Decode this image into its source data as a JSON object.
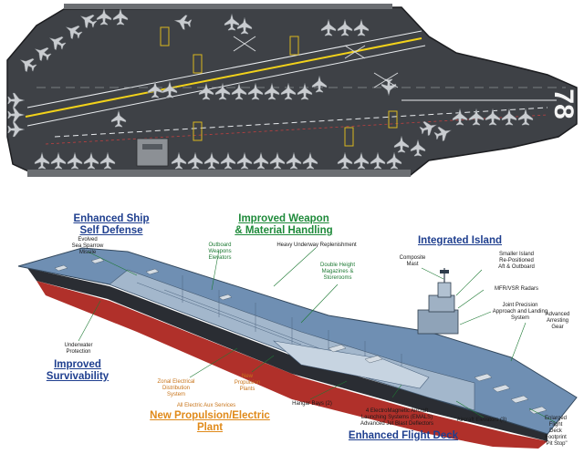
{
  "top_view": {
    "hull_number": "78"
  },
  "diagram": {
    "headers": {
      "self_defense": "Enhanced Ship\nSelf Defense",
      "weapon_handling": "Improved Weapon\n& Material Handling",
      "integrated_island": "Integrated Island",
      "survivability": "Improved\nSurvivability",
      "propulsion": "New Propulsion/Electric\nPlant",
      "flight_deck": "Enhanced Flight Deck"
    },
    "labels": {
      "sea_sparrow": "Evolved\nSea Sparrow\nMissile",
      "outboard_elevators": "Outboard\nWeapons\nElevators",
      "replenishment": "Heavy Underway Replenishment",
      "magazines": "Double Height\nMagazines &\nStorerooms",
      "composite_mast": "Composite\nMast",
      "smaller_island": "Smaller Island\nRe-Positioned\nAft & Outboard",
      "radars": "MFR/VSR Radars",
      "jpals": "Joint Precision\nApproach and Landing\nSystem",
      "arresting_gear": "Advanced\nArresting\nGear",
      "underwater_protection": "Underwater\nProtection",
      "zonal_distribution": "Zonal Electrical\nDistribution\nSystem",
      "propulsion_plants": "New\nPropulsion\nPlants",
      "aux_services": "All Electric Aux Services",
      "hangar_bays": "Hangar Bays (2)",
      "emals": "4 ElectroMagnetic Aircraft\nLaunching Systems (EMALS)\nAdvanced Jet Blast Deflectors",
      "aircraft_elevators": "Aircraft Elevators (3)",
      "pit_stop": "Enlarged\nFlight\nDeck\nFootprint\n\"Pit Stop\""
    }
  },
  "colors": {
    "header_blue": "#1f3f8f",
    "header_green": "#1e8a3a",
    "header_orange": "#e08a1a",
    "deck_dark": "#3e4146",
    "hull_red": "#b0302a",
    "deck_blue": "#6f8fb3"
  }
}
